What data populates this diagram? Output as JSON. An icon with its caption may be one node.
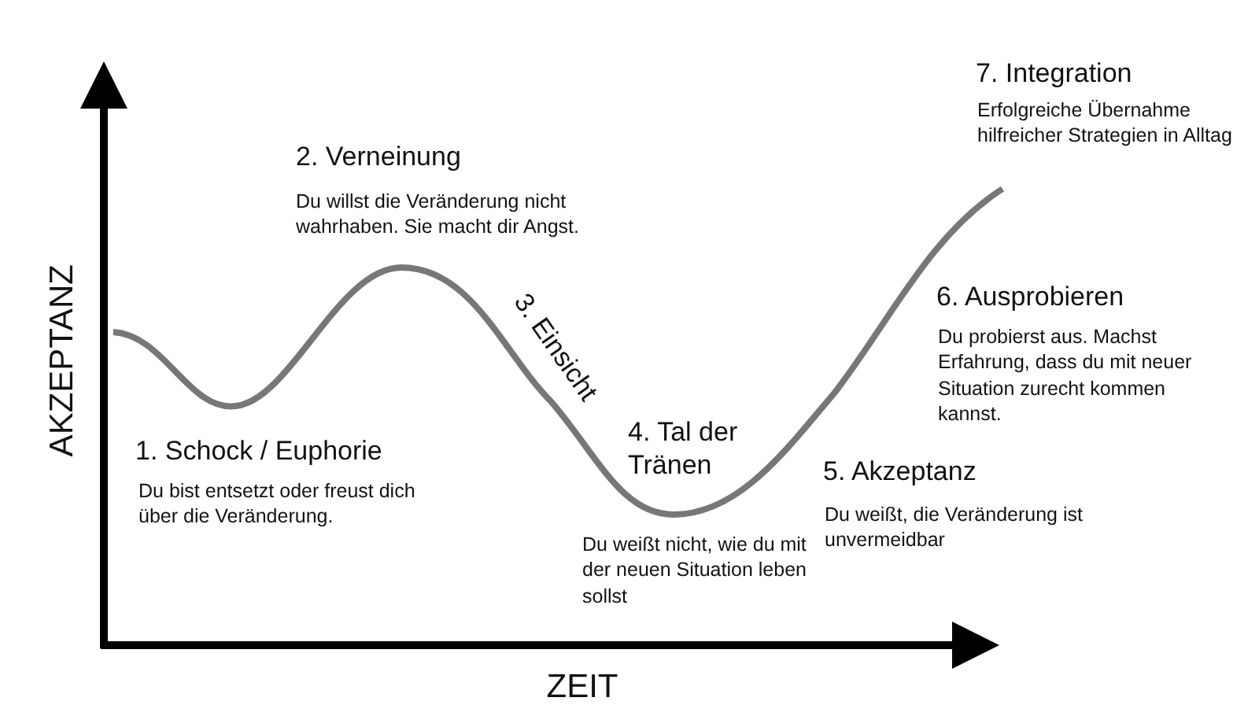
{
  "diagram": {
    "labels": [
      "1. Schock / Euphorie",
      "Du bist entsetzt oder freust dich über die Veränderung.",
      "2. Verneinung",
      "Du willst die Veränderung nicht wahrhaben. Sie macht dir Angst.",
      "3. Einsicht",
      "4. Tal der Tränen",
      "Du weißt nicht, wie du mit der neuen Situation leben sollst",
      "5. Akzeptanz",
      "Du weißt, die Veränderung ist unvermeidbar",
      "6. Ausprobieren",
      "Du probierst aus. Machst Erfahrung, dass du mit neuer Situation zurecht kommen kannst.",
      "7. Integration",
      "Erfolgreiche Übernahme hilfreicher Strategien in Alltag",
      "AKZEPTANZ",
      "ZEIT"
    ]
  }
}
